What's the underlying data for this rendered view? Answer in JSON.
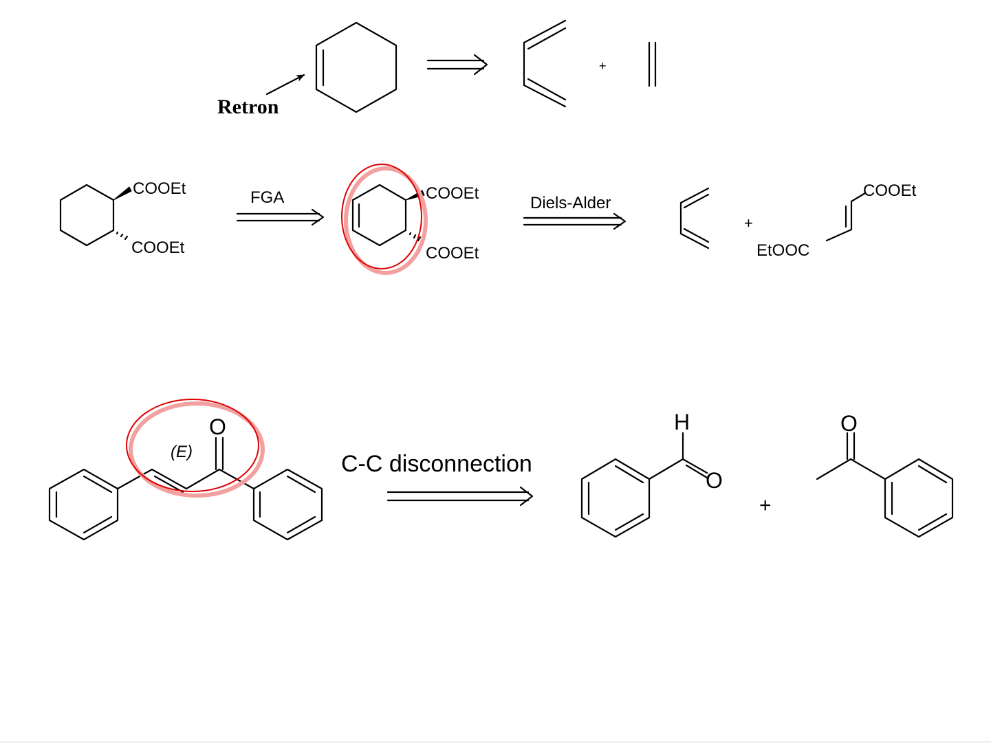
{
  "scheme1": {
    "retron_label": "Retron",
    "plus": "+"
  },
  "scheme2": {
    "sub1_top": "COOEt",
    "sub1_bottom": "COOEt",
    "fga_label": "FGA",
    "sub2_top": "COOEt",
    "sub2_bottom": "COOEt",
    "diels_alder_label": "Diels-Alder",
    "plus": "+",
    "fumarate_top": "COOEt",
    "fumarate_bottom": "EtOOC"
  },
  "scheme3": {
    "oxygen_chalcone": "O",
    "stereo_label": "(E)",
    "disconnection_label": "C-C disconnection",
    "aldehyde_h": "H",
    "aldehyde_o": "O",
    "plus": "+",
    "ketone_o": "O"
  },
  "colors": {
    "ink": "#000000",
    "highlight": "#e00000",
    "shadow": "#f2a0a0"
  }
}
